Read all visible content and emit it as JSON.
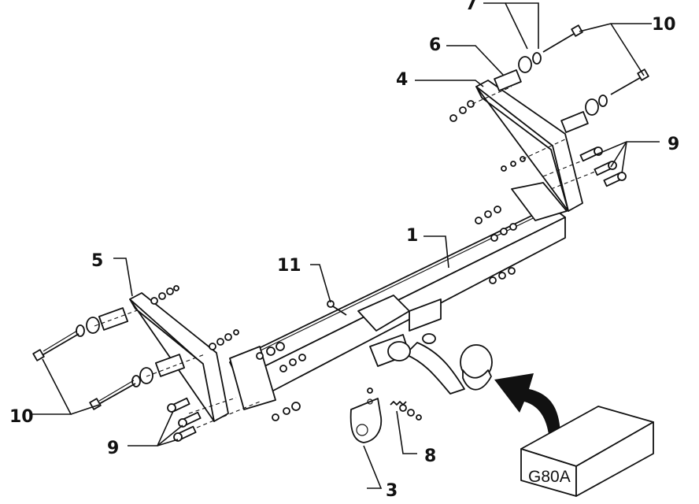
{
  "callouts": {
    "c1": "1",
    "c3": "3",
    "c4": "4",
    "c5": "5",
    "c6": "6",
    "c7": "7",
    "c8": "8",
    "c9a": "9",
    "c9b": "9",
    "c10a": "10",
    "c10b": "10",
    "c11": "11"
  },
  "package_box": {
    "label": "G80A"
  }
}
